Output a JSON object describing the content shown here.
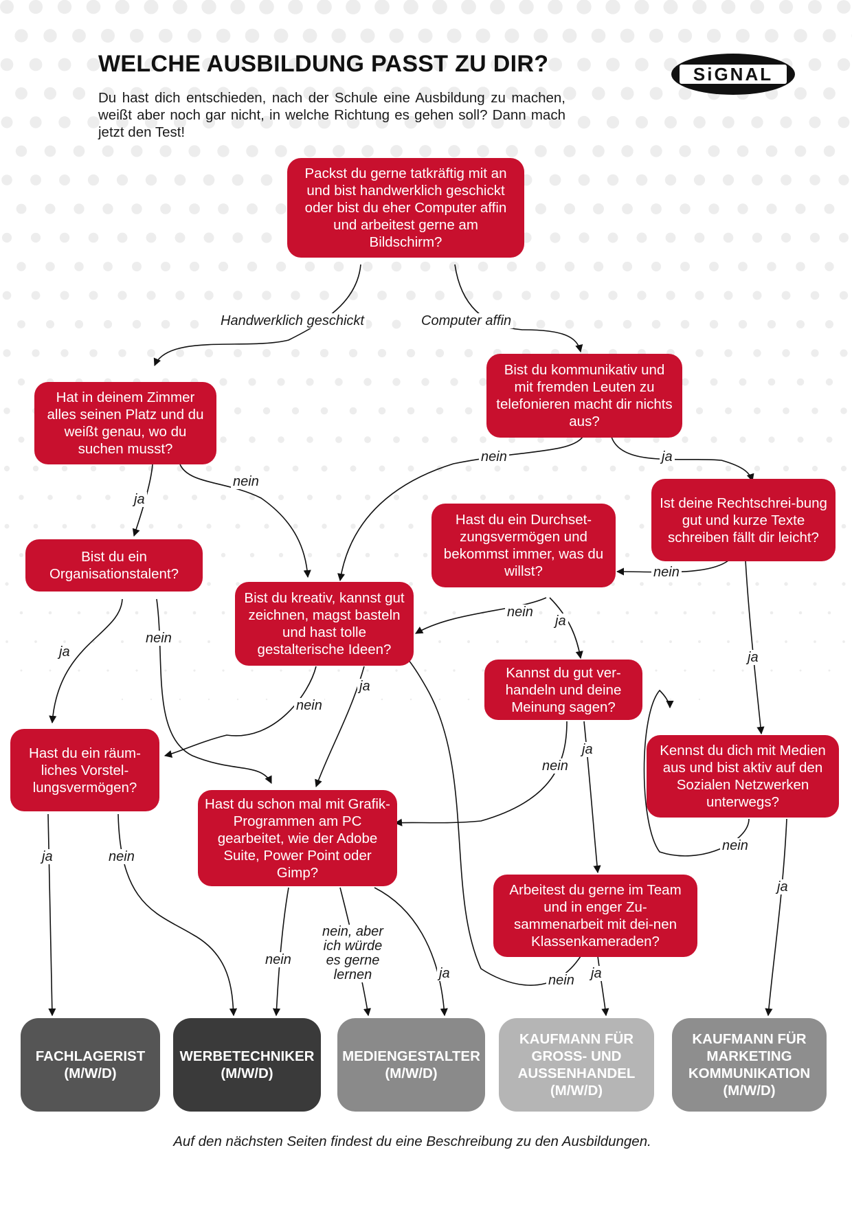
{
  "header": {
    "title": "WELCHE AUSBILDUNG PASST ZU DIR?",
    "intro": "Du hast dich entschieden, nach der Schule eine Ausbildung zu machen, weißt aber noch gar nicht, in welche Richtung es gehen soll? Dann mach jetzt den Test!",
    "logo_text": "SiGNAL"
  },
  "questions": {
    "q1": "Packst du gerne tatkräftig mit an und bist handwerklich geschickt oder bist du eher Computer affin und arbeitest gerne am Bildschirm?",
    "q_zimmer": "Hat in deinem Zimmer alles seinen Platz und du weißt genau, wo du suchen musst?",
    "q_kommunikativ": "Bist du kommunikativ und mit fremden Leuten zu telefonieren macht dir nichts aus?",
    "q_rechtschreibung": "Ist deine Rechtschrei-bung gut und kurze Texte schreiben fällt dir leicht?",
    "q_durchsetzung": "Hast du ein Durchset-zungsvermögen und bekommst immer, was du willst?",
    "q_organisation": "Bist du ein Organisationstalent?",
    "q_kreativ": "Bist du kreativ, kannst gut zeichnen, magst basteln und hast tolle gestalterische Ideen?",
    "q_verhandeln": "Kannst du gut ver-handeln und deine Meinung sagen?",
    "q_raeumlich": "Hast du ein räum-liches Vorstel-lungsvermögen?",
    "q_grafik": "Hast du schon mal mit Grafik-Programmen am PC gearbeitet, wie der Adobe Suite, Power Point oder Gimp?",
    "q_medien": "Kennst du dich mit Medien aus und bist aktiv auf den Sozialen Netzwerken unterwegs?",
    "q_team": "Arbeitest du gerne im Team und in enger Zu-sammenarbeit mit dei-nen Klassenkameraden?"
  },
  "results": {
    "r1": "FACHLAGERIST\n(M/W/D)",
    "r2": "WERBETECHNIKER\n(M/W/D)",
    "r3": "MEDIENGESTALTER\n(M/W/D)",
    "r4": "KAUFMANN FÜR\nGROSS- UND\nAUSSENHANDEL\n(M/W/D)",
    "r5": "KAUFMANN FÜR\nMARKETING\nKOMMUNIKATION\n(M/W/D)"
  },
  "labels": {
    "handwerklich": "Handwerklich geschickt",
    "computer": "Computer affin",
    "nein1": "nein",
    "ja1": "ja",
    "nein2": "nein",
    "ja2": "ja",
    "nein3": "nein",
    "ja3": "ja",
    "nein4": "nein",
    "ja4": "ja",
    "ja5": "ja",
    "nein5": "nein",
    "nein6": "nein",
    "ja6": "ja",
    "nein7": "nein",
    "ja7": "ja",
    "ja8": "ja",
    "nein8": "nein",
    "nein9": "nein",
    "ja9": "ja",
    "nein10": "nein",
    "nein_aber": "nein, aber\nich würde\nes gerne\nlernen",
    "ja10": "ja",
    "nein11": "nein",
    "ja11": "ja"
  },
  "colors": {
    "question": "#c8102e",
    "r1": "#555555",
    "r2": "#3a3a3a",
    "r3": "#8a8a8a",
    "r4": "#b5b5b5",
    "r5": "#8e8e8e"
  },
  "footer": "Auf den nächsten Seiten findest du eine Beschreibung zu den Ausbildungen."
}
